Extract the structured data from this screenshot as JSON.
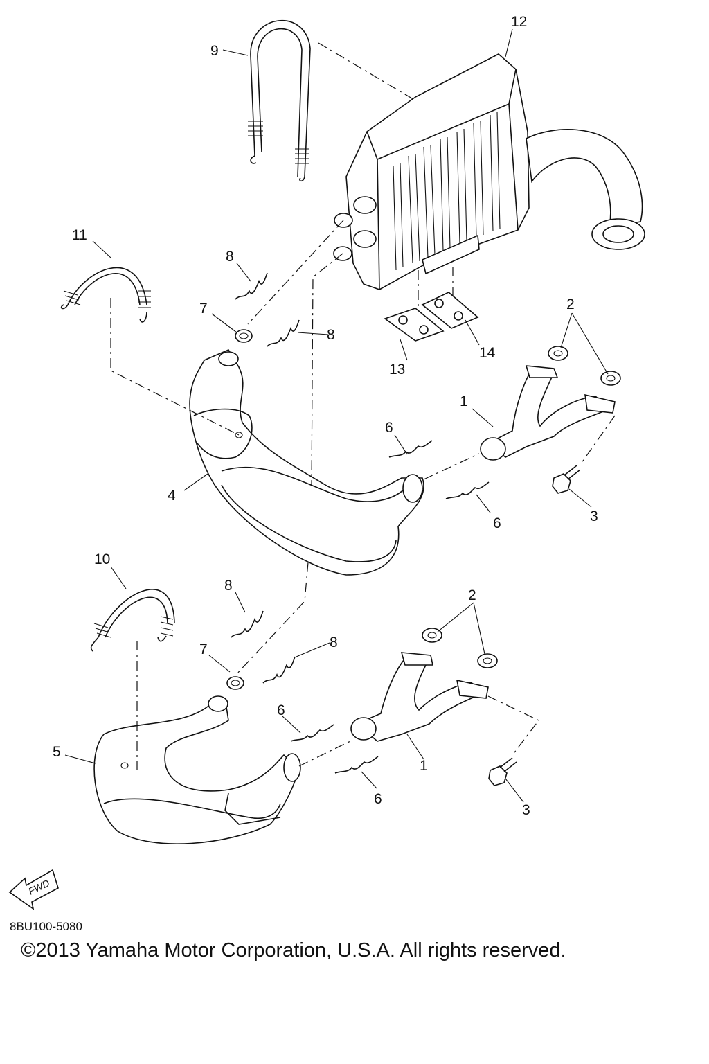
{
  "callouts": {
    "c1a": "1",
    "c1b": "1",
    "c2a": "2",
    "c2b": "2",
    "c3a": "3",
    "c3b": "3",
    "c4": "4",
    "c5": "5",
    "c6a": "6",
    "c6b": "6",
    "c6c": "6",
    "c6d": "6",
    "c7a": "7",
    "c7b": "7",
    "c8a": "8",
    "c8b": "8",
    "c8c": "8",
    "c8d": "8",
    "c9": "9",
    "c10": "10",
    "c11": "11",
    "c12": "12",
    "c13": "13",
    "c14": "14"
  },
  "fwd_label": "FWD",
  "drawing_code": "8BU100-5080",
  "copyright": "©2013 Yamaha Motor Corporation, U.S.A. All rights reserved."
}
